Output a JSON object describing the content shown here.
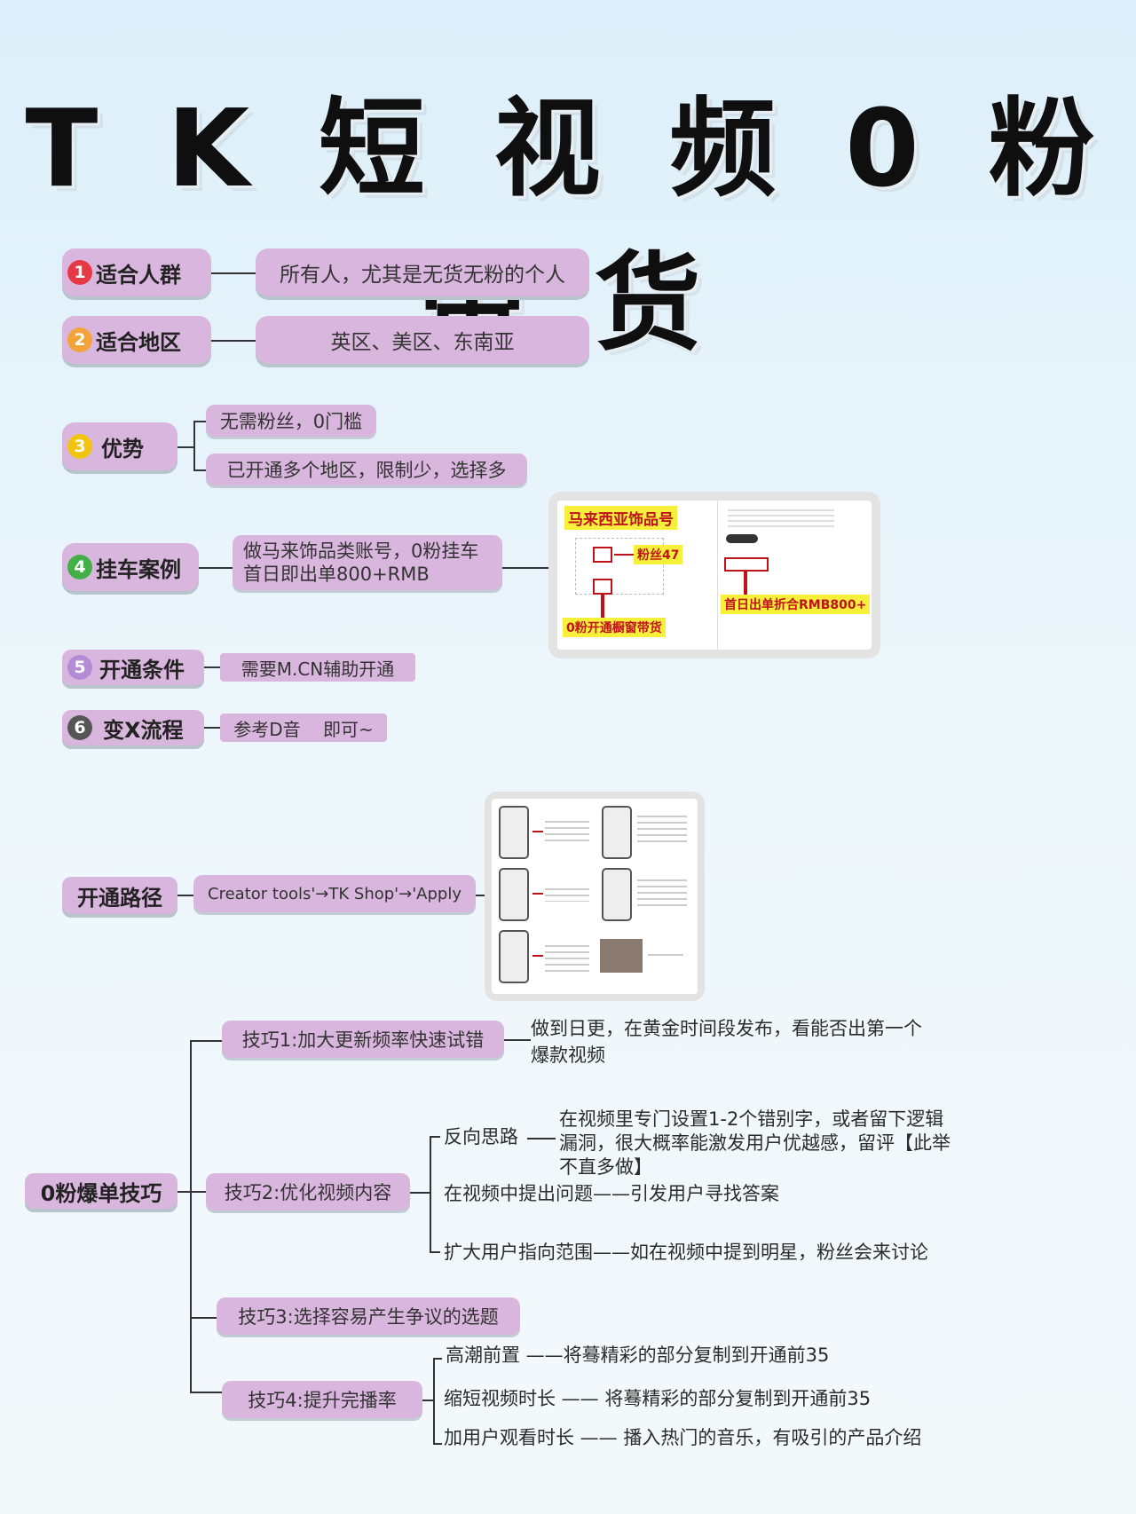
{
  "title": "T K 短 视 频 0 粉 带 货",
  "colors": {
    "pill": "#d9b6dd",
    "n1": "#e63946",
    "n2": "#f4a23a",
    "n3": "#f1c40f",
    "n4": "#43b047",
    "n5": "#b58bd6",
    "n6": "#555555"
  },
  "items": [
    {
      "num": "1",
      "label": "适合人群",
      "value": "所有人，尤其是无货无粉的个人"
    },
    {
      "num": "2",
      "label": "适合地区",
      "value": "英区、美区、东南亚"
    },
    {
      "num": "3",
      "label": "优势",
      "values": [
        "无需粉丝，0门槛",
        "已开通多个地区，限制少，选择多"
      ]
    },
    {
      "num": "4",
      "label": "挂车案例",
      "value_line1": "做马来饰品类账号，0粉挂车",
      "value_line2": "首日即出单800+RMB"
    },
    {
      "num": "5",
      "label": "开通条件",
      "value": "需要M.CN辅助开通"
    },
    {
      "num": "6",
      "label": "变X流程",
      "value": "参考D音    即可~"
    }
  ],
  "case_image": {
    "label_top": "马来西亚饰品号",
    "label_fans": "粉丝47",
    "label_bottom": "0粉开通橱窗带货",
    "label_right": "首日出单折合RMB800+"
  },
  "path": {
    "label": "开通路径",
    "value": "Creator tools'→TK Shop'→'Apply"
  },
  "tips": {
    "root": "0粉爆单技巧",
    "t1": {
      "label": "技巧1:加大更新频率快速试错",
      "desc_line1": "做到日更，在黄金时间段发布，看能否出第一个",
      "desc_line2": "爆款视频"
    },
    "t2": {
      "label": "技巧2:优化视频内容",
      "b1_label": "反向思路",
      "b1_line1": "在视频里专门设置1-2个错别字，或者留下逻辑",
      "b1_line2": "漏洞，很大概率能激发用户优越感，留评【此举",
      "b1_line3": "不直多做】",
      "b2": "在视频中提出问题——引发用户寻找答案",
      "b3": "扩大用户指向范围——如在视频中提到明星，粉丝会来讨论"
    },
    "t3": {
      "label": "技巧3:选择容易产生争议的选题"
    },
    "t4": {
      "label": "技巧4:提升完播率",
      "b1": "高潮前置 ——将蓦精彩的部分复制到开通前35",
      "b2": "缩短视频时长 —— 将蓦精彩的部分复制到开通前35",
      "b3": "加用户观看时长 —— 播入热门的音乐，有吸引的产品介绍"
    }
  }
}
